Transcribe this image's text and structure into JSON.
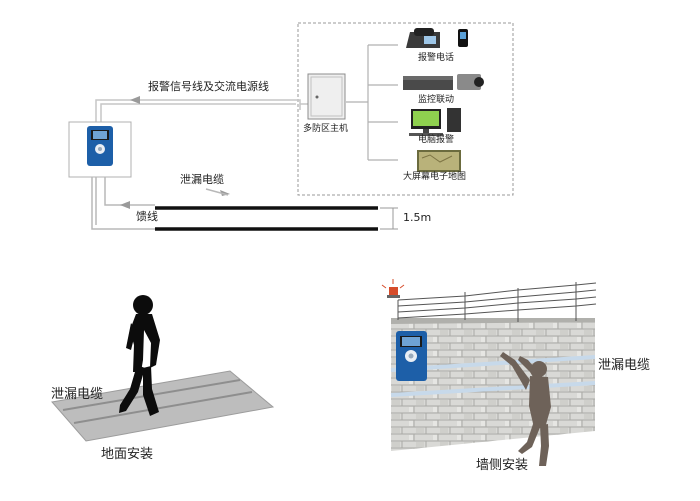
{
  "top_diagram": {
    "signal_line_label": "报警信号线及交流电源线",
    "host_label": "多防区主机",
    "outputs": [
      {
        "label": "报警电话",
        "icon": "alarm-phone-icon"
      },
      {
        "label": "监控联动",
        "icon": "video-recorder-camera-icon"
      },
      {
        "label": "电脑报警",
        "icon": "computer-icon"
      },
      {
        "label": "大屏幕电子地图",
        "icon": "map-screen-icon"
      }
    ],
    "leaky_cable_label": "泄漏电缆",
    "feeder_label": "馈线",
    "spacing_label": "1.5m"
  },
  "ground_install": {
    "cable_label": "泄漏电缆",
    "caption": "地面安装"
  },
  "wall_install": {
    "cable_label": "泄漏电缆",
    "caption": "墙侧安装"
  },
  "colors": {
    "device_blue": "#1d5fa8",
    "line_gray": "#b8b8b8",
    "cable_black": "#111111"
  }
}
